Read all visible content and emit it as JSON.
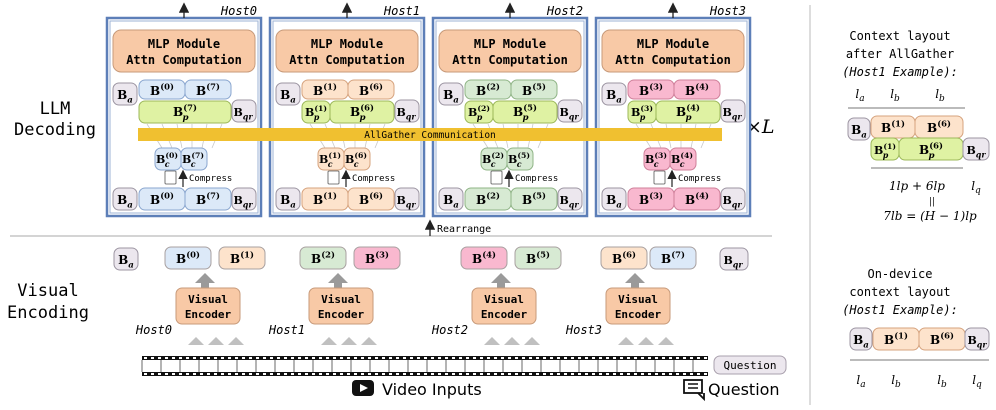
{
  "sections": {
    "decoding_line1": "LLM",
    "decoding_line2": "Decoding",
    "visual_line1": "Visual",
    "visual_line2": "Encoding"
  },
  "repeat": "×L",
  "rearrange": "Rearrange",
  "allgather": "AllGather Communication",
  "compress": "Compress",
  "mlp_line1": "MLP Module",
  "mlp_line2": "Attn Computation",
  "encoder_line1": "Visual",
  "encoder_line2": "Encoder",
  "hosts": [
    {
      "name": "Host0",
      "pair": [
        "0",
        "7"
      ],
      "pp": [
        "7"
      ],
      "color": "#dce9f8",
      "stroke": "#8aa6cf"
    },
    {
      "name": "Host1",
      "pair": [
        "1",
        "6"
      ],
      "pp": [
        "1",
        "6"
      ],
      "color": "#fde3cc",
      "stroke": "#d6a37e"
    },
    {
      "name": "Host2",
      "pair": [
        "2",
        "5"
      ],
      "pp": [
        "2",
        "5"
      ],
      "color": "#d7ead3",
      "stroke": "#8fb486"
    },
    {
      "name": "Host3",
      "pair": [
        "3",
        "4"
      ],
      "pp": [
        "3",
        "4"
      ],
      "color": "#f9b8cf",
      "stroke": "#cf7f9a"
    }
  ],
  "visual_chunks": [
    "0",
    "1",
    "2",
    "3",
    "4",
    "5",
    "6",
    "7"
  ],
  "bottom": {
    "question_box": "Question",
    "video_label": "Video Inputs",
    "question_label": "Question"
  },
  "context_panel": {
    "title_lines": [
      "Context layout",
      "after AllGather",
      "(Host1 Example):"
    ],
    "labels_top": [
      "la",
      "lb",
      "lb"
    ],
    "eq1": "1lp + 6lp",
    "eq_equals": "||",
    "eq2": "7lb = (H − 1)lp",
    "lq": "lq"
  },
  "ondevice_panel": {
    "title_lines": [
      "On-device",
      "context layout",
      "(Host1 Example):"
    ],
    "labels_bottom": [
      "la",
      "lb",
      "lb",
      "lq"
    ]
  },
  "colors": {
    "mlp": "#f8c9a6",
    "lime": "#dff2a3",
    "gray_box": "#ece7ee",
    "allgather": "#f0c030",
    "host_border": "#5d7fb8"
  }
}
